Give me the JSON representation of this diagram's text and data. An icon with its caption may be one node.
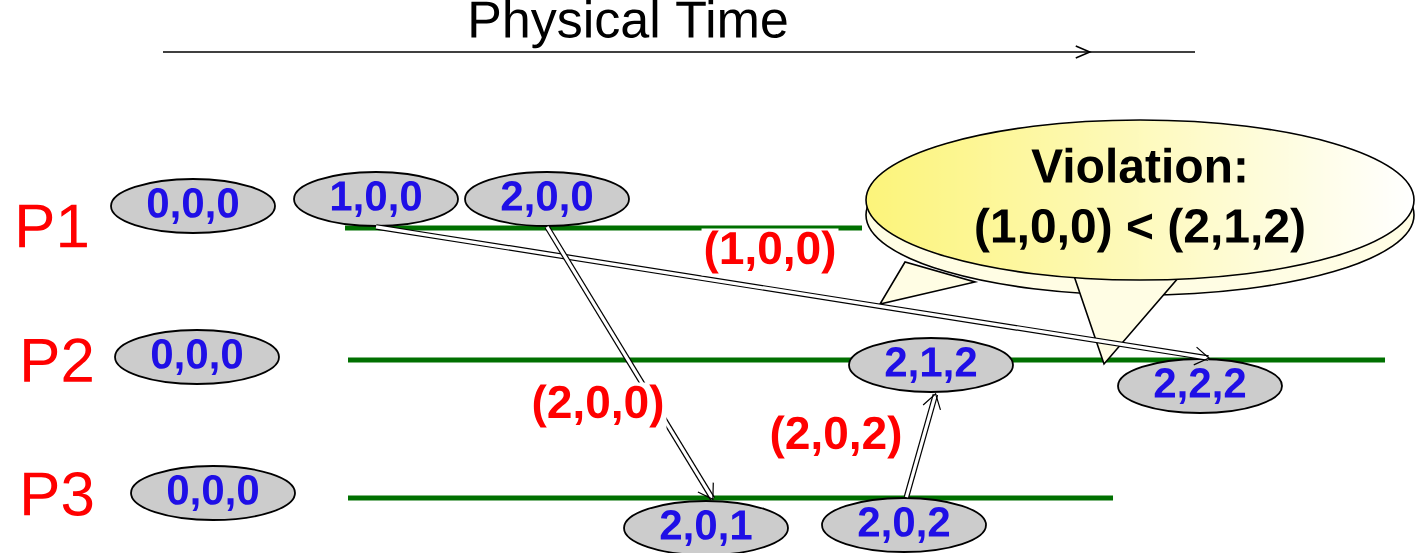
{
  "diagram": {
    "nodes": [
      {
        "text": [
          "0,0,0"
        ]
      },
      {
        "text": [
          "1,0,0"
        ]
      },
      {
        "text": [
          "2,0,0"
        ]
      },
      {
        "text": [
          "Violation:",
          "(1,0,0) < (2,1,2)"
        ]
      },
      {
        "text": [
          "0,0,0"
        ]
      },
      {
        "text": [
          "2,1,2"
        ]
      },
      {
        "text": [
          "2,2,2"
        ]
      },
      {
        "text": [
          "0,0,0"
        ]
      },
      {
        "text": [
          "2,0,1"
        ]
      },
      {
        "text": [
          "2,0,2"
        ]
      }
    ],
    "edges": [
      {
        "from": 1,
        "to": 6,
        "arrow": "to",
        "label": "(1,0,0)"
      },
      {
        "from": 2,
        "to": 8,
        "arrow": "to",
        "label": "(2,0,0)"
      },
      {
        "from": 9,
        "to": 5,
        "arrow": "to",
        "label": "(2,0,2)"
      }
    ],
    "labels": [
      "Physical Time",
      "P1",
      "P2",
      "P3"
    ]
  }
}
